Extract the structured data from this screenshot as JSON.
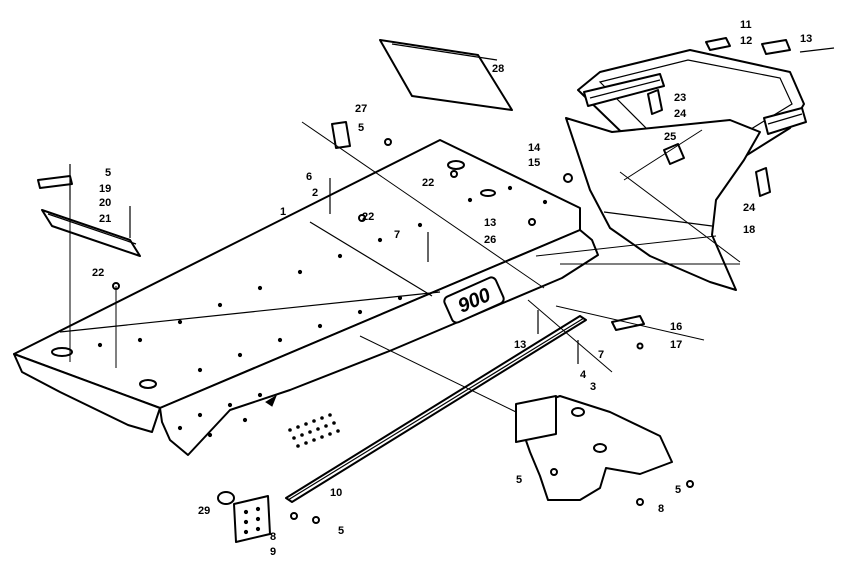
{
  "callouts": [
    "1",
    "2",
    "3",
    "4",
    "5",
    "6",
    "7",
    "8",
    "9",
    "10",
    "11",
    "12",
    "13",
    "14",
    "15",
    "16",
    "17",
    "18",
    "19",
    "20",
    "21",
    "22",
    "23",
    "24",
    "25",
    "26",
    "27",
    "28",
    "29"
  ],
  "tunnel_marking": "900"
}
